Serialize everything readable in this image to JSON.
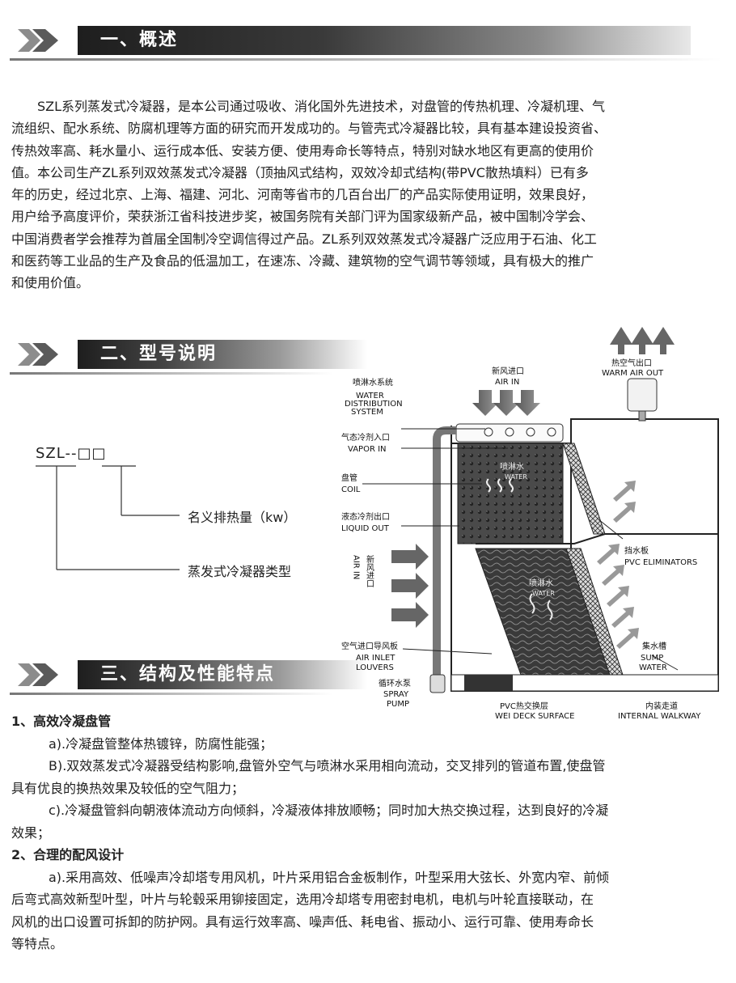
{
  "sections": {
    "overview": "一、概述",
    "model": "二、型号说明",
    "structure": "三、结构及性能特点"
  },
  "overview_lines": [
    "SZL系列蒸发式冷凝器，是本公司通过吸收、消化国外先进技术，对盘管的传热机理、冷凝机理、气",
    "流组织、配水系统、防腐机理等方面的研究而开发成功的。与管壳式冷凝器比较，具有基本建设投资省、",
    "传热效率高、耗水量小、运行成本低、安装方便、使用寿命长等特点，特别对缺水地区有更高的使用价",
    "值。本公司生产ZL系列双效蒸发式冷凝器（顶抽风式结构，双效冷却式结构(带PVC散热填料）已有多",
    "年的历史，经过北京、上海、福建、河北、河南等省市的几百台出厂的产品实际使用证明，效果良好，",
    "用户给予高度评价，荣获浙江省科技进步奖，被国务院有关部门评为国家级新产品，被中国制冷学会、",
    "中国消费者学会推荐为首届全国制冷空调信得过产品。ZL系列双效蒸发式冷凝器广泛应用于石油、化工",
    "和医药等工业品的生产及食品的低温加工，在速冻、冷藏、建筑物的空气调节等领域，具有极大的推广",
    "和使用价值。"
  ],
  "model": {
    "code": "SZL--□□",
    "label1": "名义排热量（kw）",
    "label2": "蒸发式冷凝器类型"
  },
  "diagram": {
    "water_dist_cn": "喷淋水系统",
    "water_dist_en1": "WATER",
    "water_dist_en2": "DISTRIBUTION",
    "water_dist_en3": "SYSTEM",
    "fresh_air_cn": "新风进口",
    "fresh_air_en": "AIR IN",
    "warm_air_cn": "热空气出口",
    "warm_air_en": "WARM AIR OUT",
    "vapor_cn": "气态冷剂入口",
    "vapor_en": "VAPOR IN",
    "coil_cn": "盘管",
    "coil_en": "COIL",
    "liquid_cn": "液态冷剂出口",
    "liquid_en": "LIQUID OUT",
    "elim_cn": "挡水板",
    "elim_en": "PVC ELIMINATORS",
    "air_in_cn": "新风进口",
    "air_in_en": "AIR IN",
    "louver_cn": "空气进口导风板",
    "louver_en1": "AIR INLET",
    "louver_en2": "LOUVERS",
    "pump_cn": "循环水泵",
    "pump_en1": "SPRAY",
    "pump_en2": "PUMP",
    "sump_cn": "集水槽",
    "sump_en1": "SUMP",
    "sump_en2": "WATER",
    "deck_cn": "PVC热交换层",
    "deck_en": "WEI DECK SURFACE",
    "walkway_cn": "内装走道",
    "walkway_en": "INTERNAL WALKWAY",
    "water_cn": "喷淋水",
    "water_en": "WATER"
  },
  "features": {
    "h1": "1、高效冷凝盘管",
    "a1": "a).冷凝盘管整体热镀锌，防腐性能强；",
    "b1_l1": "B).双效蒸发式冷凝器受结构影响,盘管外空气与喷淋水采用相向流动，交叉排列的管道布置,使盘管",
    "b1_l2": "具有优良的换热效果及较低的空气阻力；",
    "c1_l1": "c).冷凝盘管斜向朝液体流动方向倾斜，冷凝液体排放顺畅；同时加大热交换过程，达到良好的冷凝",
    "c1_l2": "效果；",
    "h2": "2、合理的配风设计",
    "a2_l1": "a).采用高效、低噪声冷却塔专用风机，叶片采用铝合金板制作，叶型采用大弦长、外宽内窄、前倾",
    "a2_l2": "后弯式高效新型叶型，叶片与轮毂采用铆接固定，选用冷却塔专用密封电机，电机与叶轮直接联动，在",
    "a2_l3": "风机的出口设置可拆卸的防护网。具有运行效率高、噪声低、耗电省、振动小、运行可靠、使用寿命长",
    "a2_l4": "等特点。"
  }
}
